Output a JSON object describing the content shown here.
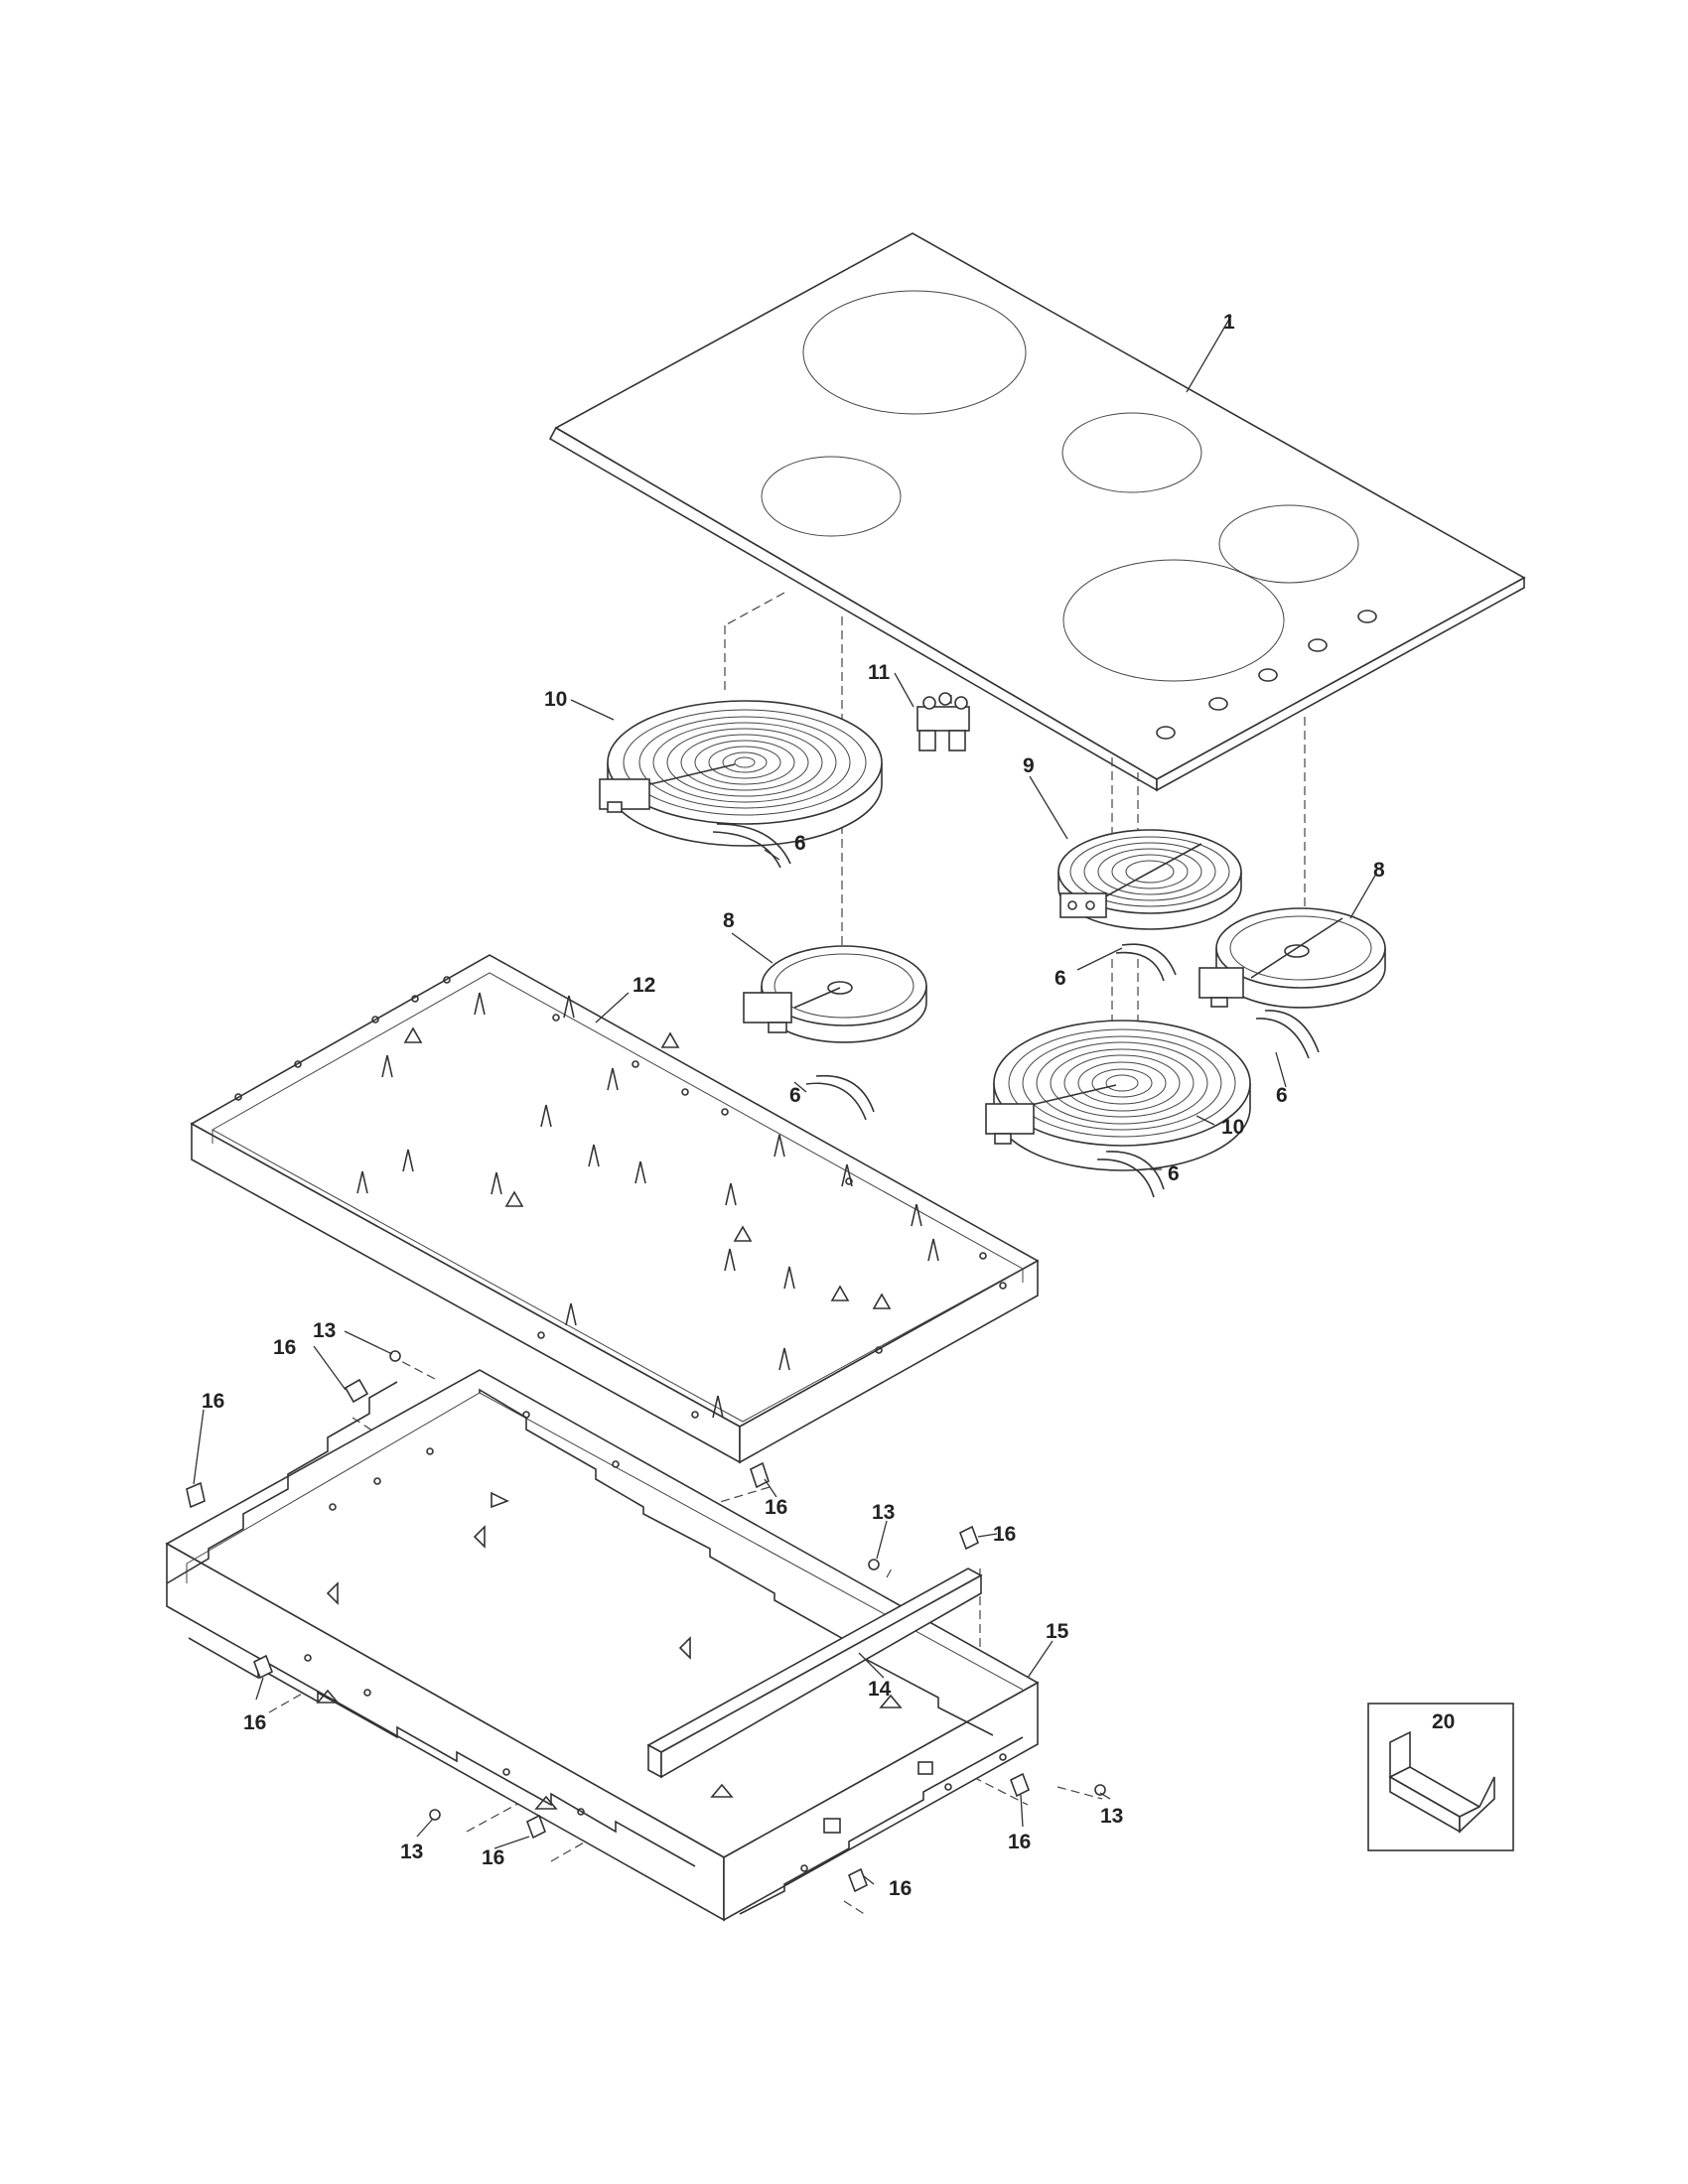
{
  "callouts": {
    "c1": "1",
    "c6a": "6",
    "c6b": "6",
    "c6c": "6",
    "c6d": "6",
    "c6e": "6",
    "c8a": "8",
    "c8b": "8",
    "c9": "9",
    "c10a": "10",
    "c10b": "10",
    "c11": "11",
    "c12": "12",
    "c13a": "13",
    "c13b": "13",
    "c13c": "13",
    "c13d": "13",
    "c14": "14",
    "c15": "15",
    "c16a": "16",
    "c16b": "16",
    "c16c": "16",
    "c16d": "16",
    "c16e": "16",
    "c16f": "16",
    "c16g": "16",
    "c16h": "16",
    "c20": "20"
  }
}
